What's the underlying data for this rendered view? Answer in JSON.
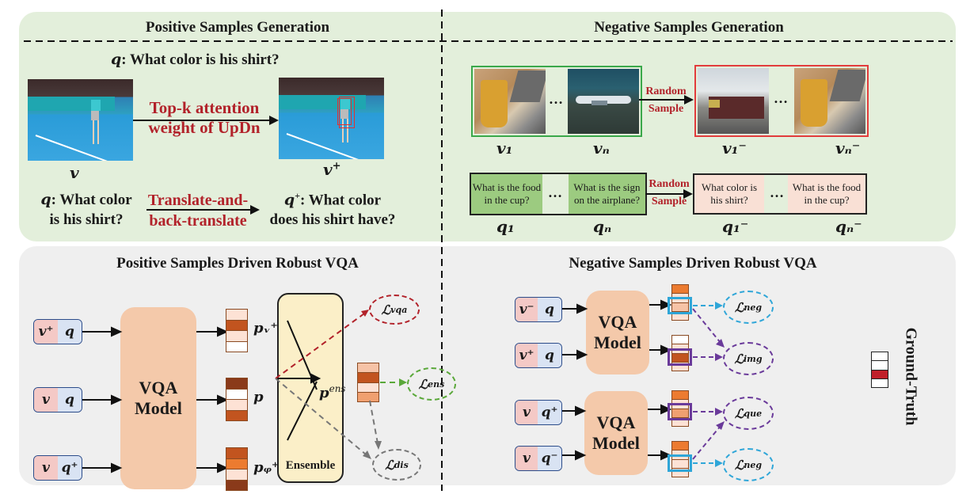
{
  "top_left": {
    "title": "Positive Samples Generation",
    "question_header_var": "q",
    "question_header_text": ": What color is his shirt?",
    "image_label_v": "v",
    "image_label_vplus": "v",
    "image_label_vplus_sup": "+",
    "arrow1_label_line1": "Top-k attention",
    "arrow1_label_line2": "weight of UpDn",
    "q_var": "q",
    "q_text_line1": ": What color",
    "q_text_line2": "is his shirt?",
    "arrow2_label_line1": "Translate-and-",
    "arrow2_label_line2": "back-translate",
    "qplus_var": "q",
    "qplus_sup": "+",
    "qplus_text_line1": ": What color",
    "qplus_text_line2": "does his shirt have?"
  },
  "top_right": {
    "title": "Negative Samples Generation",
    "ellipsis": "…",
    "random_sample_line1": "Random",
    "random_sample_line2": "Sample",
    "image_labels": [
      "v₁",
      "vₙ",
      "v₁⁻",
      "vₙ⁻"
    ],
    "question_labels": [
      "q₁",
      "qₙ",
      "q₁⁻",
      "qₙ⁻"
    ],
    "pos_questions": [
      "What is the food in the cup?",
      "What is the sign on the airplane?"
    ],
    "neg_questions": [
      "What color is his shirt?",
      "What is the food in the cup?"
    ]
  },
  "bottom_left": {
    "title": "Positive Samples Driven Robust VQA",
    "inputs": [
      {
        "v": "v⁺",
        "q": "q"
      },
      {
        "v": "v",
        "q": "q"
      },
      {
        "v": "v",
        "q": "q⁺"
      }
    ],
    "model_label_line1": "VQA",
    "model_label_line2": "Model",
    "pred_labels": [
      "pᵥ⁺",
      "p",
      "pᵩ⁺"
    ],
    "ensemble_label": "Ensemble",
    "pens_label": "p",
    "pens_sup": "ens",
    "losses": [
      "ℒᵥᵩₐ",
      "ℒₑₙₛ",
      "ℒᵈⁱₛ"
    ],
    "loss_texts": {
      "vqa": "vqa",
      "ens": "ens",
      "dis": "dis"
    }
  },
  "bottom_right": {
    "title": "Negative Samples Driven Robust VQA",
    "inputs": [
      {
        "v": "v⁻",
        "q": "q"
      },
      {
        "v": "v⁺",
        "q": "q"
      },
      {
        "v": "v",
        "q": "q⁺"
      },
      {
        "v": "v",
        "q": "q⁻"
      }
    ],
    "model_label_line1": "VQA",
    "model_label_line2": "Model",
    "losses": [
      "neg",
      "img",
      "que",
      "neg"
    ],
    "ground_truth_label": "Ground-Truth"
  },
  "colors": {
    "green_panel": "#e3efdb",
    "gray_panel": "#efefef",
    "accent_red": "#b2222a",
    "loss_red": "#b2222a",
    "loss_green": "#5aa83a",
    "loss_gray": "#777777",
    "loss_blue": "#2fa6d8",
    "loss_purple": "#6a3a9a",
    "model_fill": "#f4c9aa",
    "ensemble_fill": "#fbefc8"
  }
}
